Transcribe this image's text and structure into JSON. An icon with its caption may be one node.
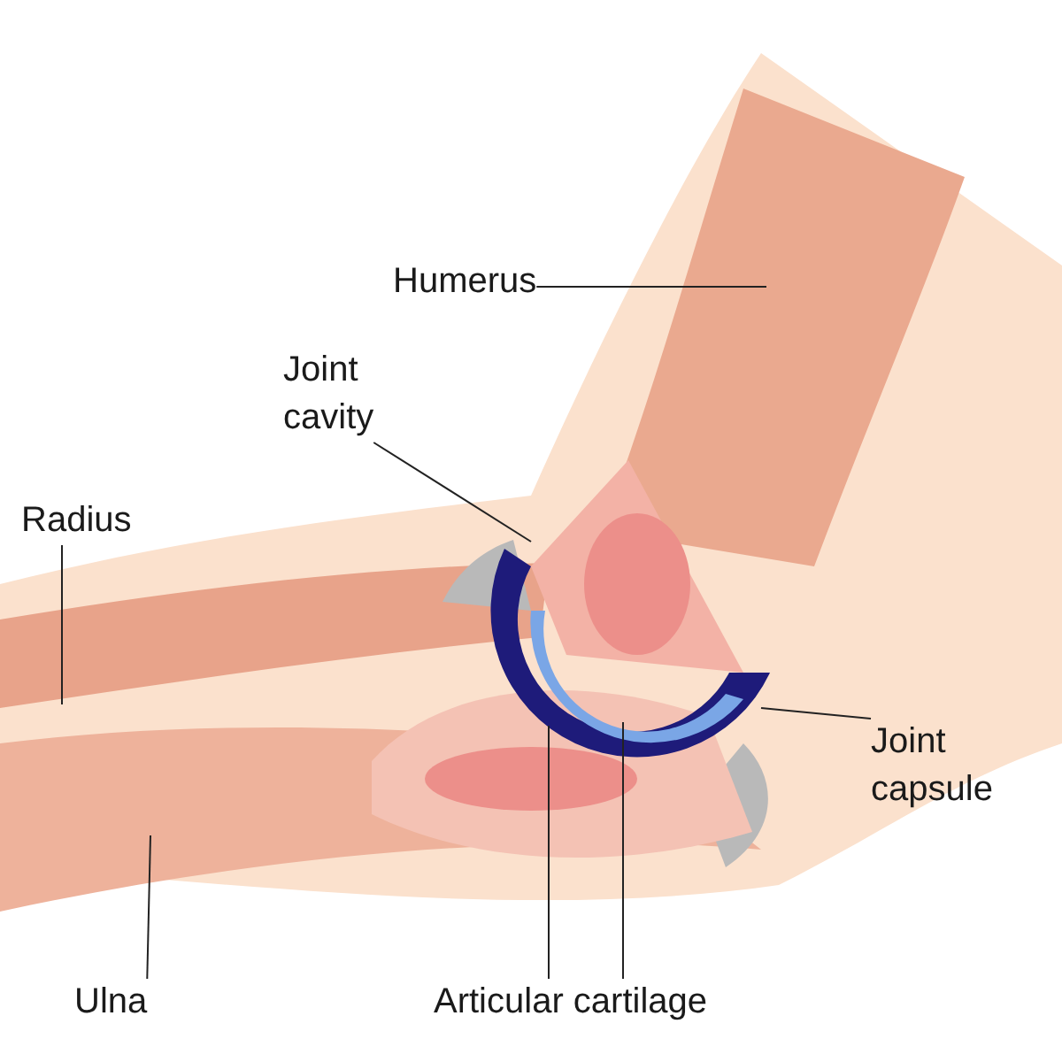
{
  "diagram": {
    "nodes": [
      {
        "text": [
          "Humerus"
        ]
      },
      {
        "text": [
          "Joint cavity"
        ]
      },
      {
        "text": [
          "Radius"
        ]
      },
      {
        "text": [
          "Joint capsule"
        ]
      },
      {
        "text": [
          "Ulna"
        ]
      },
      {
        "text": [
          "Articular cartilage"
        ]
      }
    ],
    "edges": [
      {
        "from": 0,
        "to": null,
        "arrow": "none"
      },
      {
        "from": 1,
        "to": null,
        "arrow": "none"
      },
      {
        "from": 2,
        "to": null,
        "arrow": "none"
      },
      {
        "from": 3,
        "to": null,
        "arrow": "none"
      },
      {
        "from": 4,
        "to": null,
        "arrow": "none"
      },
      {
        "from": 5,
        "to": null,
        "arrow": "none"
      },
      {
        "from": 5,
        "to": null,
        "arrow": "none"
      }
    ]
  }
}
